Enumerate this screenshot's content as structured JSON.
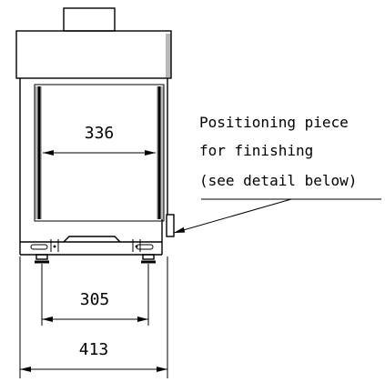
{
  "dimensions": {
    "opening_width": "336",
    "foot_spacing": "305",
    "overall_width": "413"
  },
  "callout": {
    "line1": "Positioning piece",
    "line2": "for finishing",
    "line3": "(see detail below)"
  },
  "colors": {
    "stroke": "#000000",
    "shading": "#b9b9b9",
    "background": "#ffffff"
  }
}
